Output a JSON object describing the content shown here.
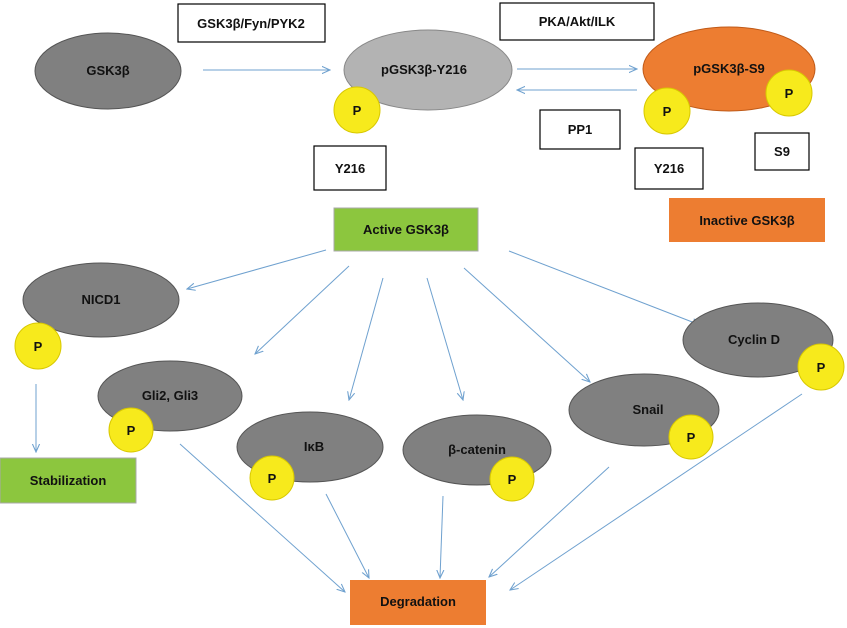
{
  "colors": {
    "node_gray": "#808080",
    "node_stroke": "#555555",
    "light_gray": "#b3b3b3",
    "orange": "#ed7d31",
    "green": "#8cc63e",
    "yellow": "#f7ea1c",
    "arrow_blue": "#6fa1cf"
  },
  "phospho": {
    "symbol": "P"
  },
  "nodes": {
    "gsk3b": "GSK3β",
    "pgsk3b_y216": "pGSK3β-Y216",
    "pgsk3b_s9": "pGSK3β-S9",
    "nicd1": "NICD1",
    "gli": "Gli2, Gli3",
    "ikb": "IκB",
    "bcatenin": "β-catenin",
    "snail": "Snail",
    "cyclind": "Cyclin D"
  },
  "boxes": {
    "kinases_activating": "GSK3β/Fyn/PYK2",
    "kinases_inhibiting": "PKA/Akt/ILK",
    "phosphatase": "PP1",
    "y216_left": "Y216",
    "y216_right": "Y216",
    "s9": "S9",
    "active": "Active GSK3β",
    "inactive": "Inactive GSK3β",
    "stabilization": "Stabilization",
    "degradation": "Degradation"
  }
}
